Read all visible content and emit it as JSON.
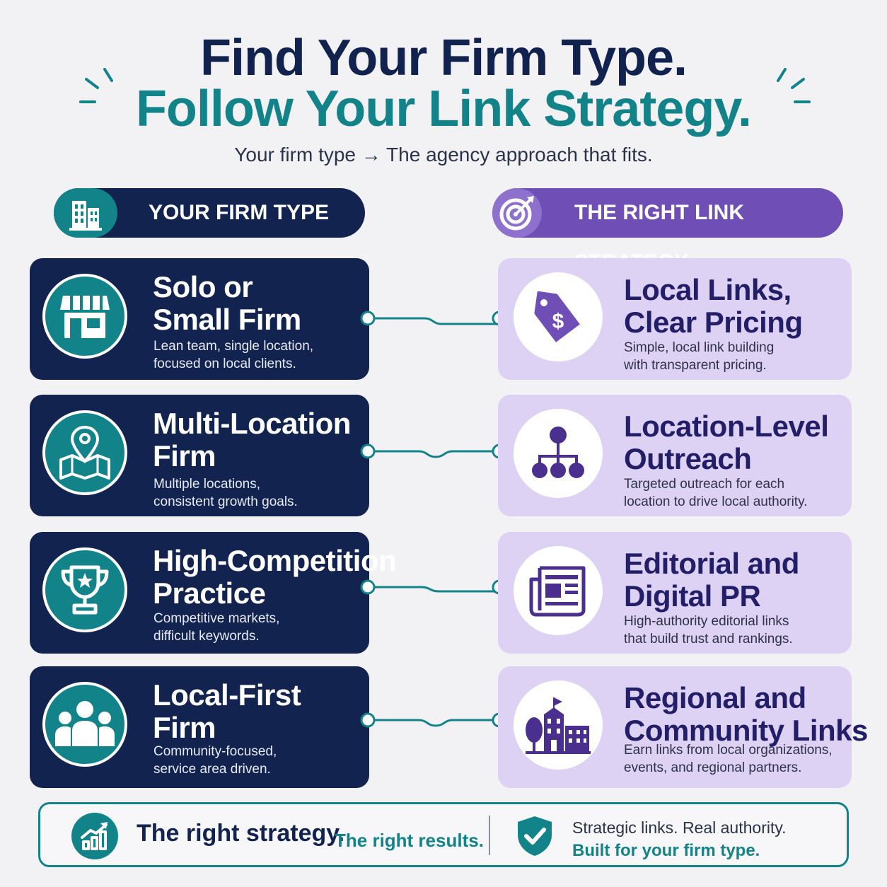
{
  "header": {
    "title_line1": "Find Your Firm Type.",
    "title_line2": "Follow Your Link Strategy.",
    "subtitle": "Your firm type → The agency approach that fits."
  },
  "columns": {
    "left_label": "YOUR FIRM TYPE",
    "left_icon": "building-icon",
    "right_label": "THE RIGHT LINK STRATEGY",
    "right_icon": "target-icon"
  },
  "firm_types": [
    {
      "title_line1": "Solo or",
      "title_line2": "Small Firm",
      "desc_line1": "Lean team, single location,",
      "desc_line2": "focused on local clients.",
      "icon": "storefront-icon"
    },
    {
      "title_line1": "Multi-Location",
      "title_line2": "Firm",
      "desc_line1": "Multiple locations,",
      "desc_line2": "consistent growth goals.",
      "icon": "map-pin-icon"
    },
    {
      "title_line1": "High-Competition",
      "title_line2": "Practice",
      "desc_line1": "Competitive markets,",
      "desc_line2": "difficult keywords.",
      "icon": "trophy-icon"
    },
    {
      "title_line1": "Local-First",
      "title_line2": "Firm",
      "desc_line1": "Community-focused,",
      "desc_line2": "service area driven.",
      "icon": "people-icon"
    }
  ],
  "strategies": [
    {
      "title_line1": "Local Links,",
      "title_line2": "Clear Pricing",
      "desc_line1": "Simple, local link building",
      "desc_line2": "with transparent pricing.",
      "icon": "price-tag-icon"
    },
    {
      "title_line1": "Location-Level",
      "title_line2": "Outreach",
      "desc_line1": "Targeted outreach for each",
      "desc_line2": "location to drive local authority.",
      "icon": "hierarchy-icon"
    },
    {
      "title_line1": "Editorial and",
      "title_line2": "Digital PR",
      "desc_line1": "High-authority editorial links",
      "desc_line2": "that build trust and rankings.",
      "icon": "newspaper-icon"
    },
    {
      "title_line1": "Regional and",
      "title_line2": "Community Links",
      "desc_line1": "Earn links from local organizations,",
      "desc_line2": "events, and regional partners.",
      "icon": "town-icon"
    }
  ],
  "footer": {
    "main": "The right strategy.",
    "accent": "The right results.",
    "right_line1": "Strategic links. Real authority.",
    "right_line2": "Built for your firm type.",
    "left_icon": "growth-chart-icon",
    "right_icon": "shield-check-icon"
  },
  "colors": {
    "navy": "#13234f",
    "teal": "#13838a",
    "purple": "#6f4fb5",
    "lavender": "#ddd2f4"
  }
}
